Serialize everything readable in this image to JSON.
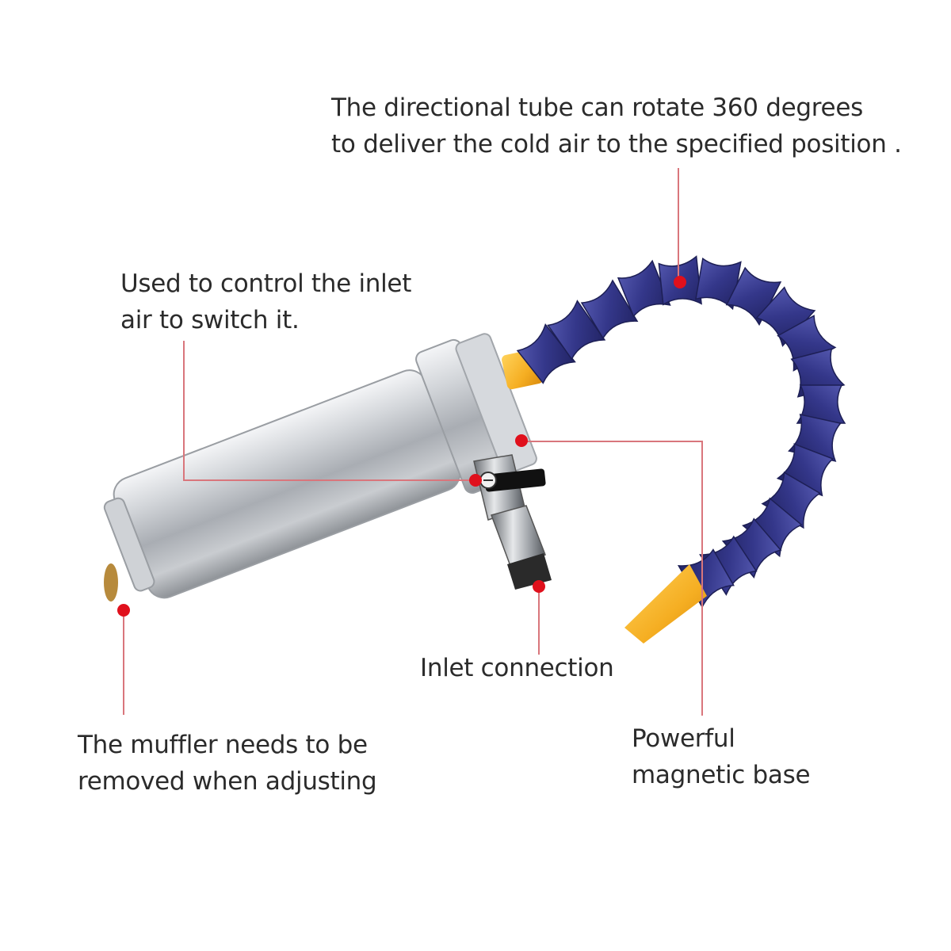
{
  "callouts": {
    "tube": {
      "line1": "The directional tube can rotate 360 degrees",
      "line2": "to deliver the cold air to the specified position ."
    },
    "switch": {
      "line1": "Used to control the inlet",
      "line2": "air to switch it."
    },
    "inlet": {
      "line1": "Inlet connection"
    },
    "muffler": {
      "line1": "The muffler needs to be",
      "line2": "removed when adjusting"
    },
    "base": {
      "line1": "Powerful",
      "line2": "magnetic base"
    }
  },
  "colors": {
    "leader": "#d9767c",
    "marker": "#e0101c",
    "hose": "#3a3d8e",
    "nozzle": "#f5ae22",
    "body": "#c4c8cd"
  }
}
